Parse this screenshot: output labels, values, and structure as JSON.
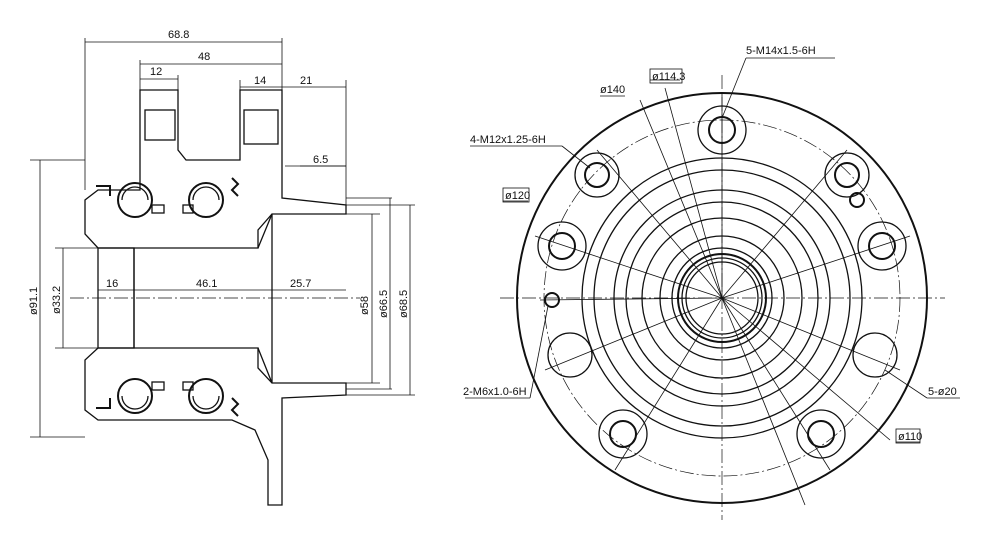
{
  "section_view": {
    "dims": {
      "d_68_8": "68.8",
      "d_48": "48",
      "d_12": "12",
      "d_14": "14",
      "d_21": "21",
      "d_6_5": "6.5",
      "d_16": "16",
      "d_46_1": "46.1",
      "d_25_7": "25.7",
      "d_dia91_1": "ø91.1",
      "d_dia33_2": "ø33.2",
      "d_dia58": "ø58",
      "d_dia66_5": "ø66.5",
      "d_dia68_5": "ø68.5"
    }
  },
  "front_view": {
    "callouts": {
      "c_m14": "5-M14x1.5-6H",
      "c_114": "ø114.3",
      "c_140": "ø140",
      "c_m12": "4-M12x1.25-6H",
      "c_120": "ø120",
      "c_m6": "2-M6x1.0-6H",
      "c_20": "5-ø20",
      "c_110": "ø110"
    }
  },
  "colors": {
    "line": "#111111",
    "background": "#ffffff"
  }
}
